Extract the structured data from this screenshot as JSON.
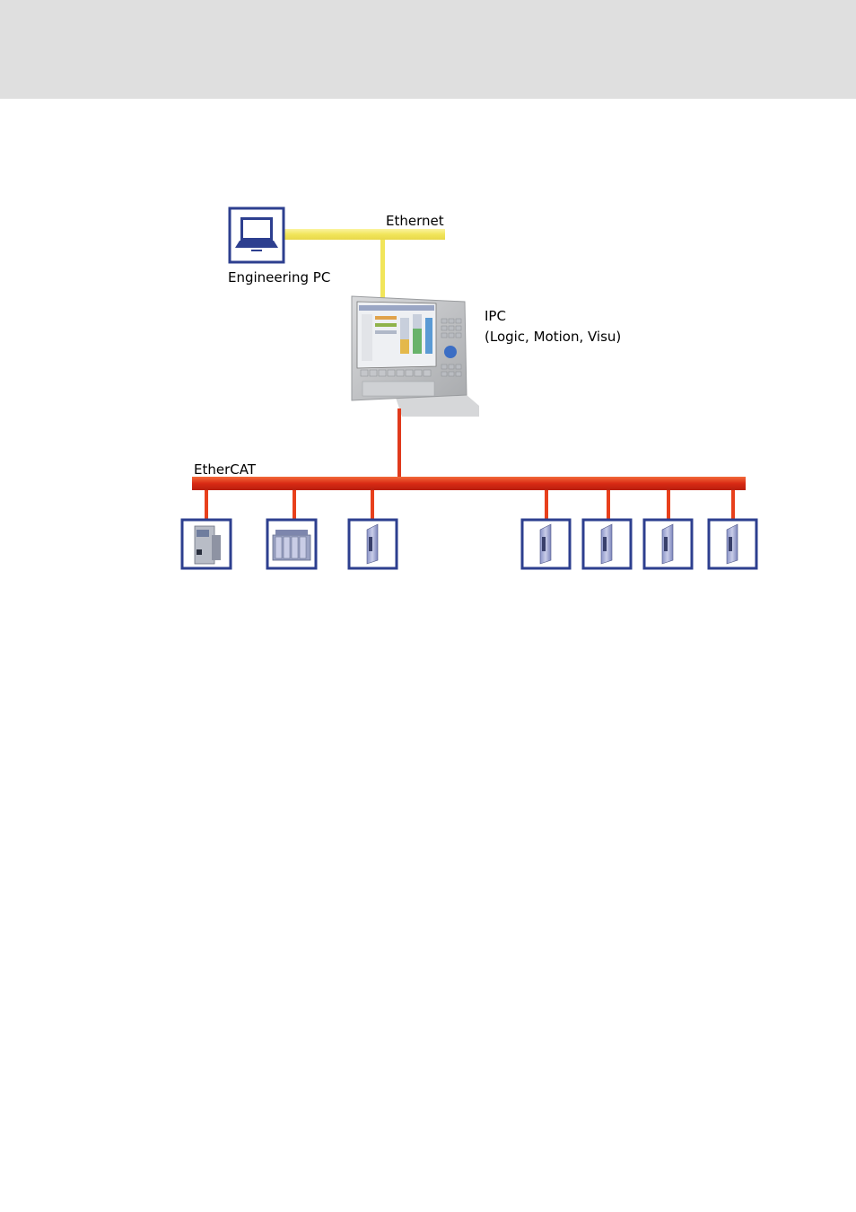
{
  "labels": {
    "ethernet": "Ethernet",
    "engineering_pc": "Engineering PC",
    "ipc_title": "IPC",
    "ipc_subtitle": "(Logic, Motion, Visu)",
    "ethercat": "EtherCAT"
  },
  "colors": {
    "header_band": "#dfdfdf",
    "ethernet_line": "#f3ea60",
    "ethercat_bus": "#e03a1c",
    "drop_line": "#e8401c",
    "device_frame": "#2d3f8f"
  },
  "devices": [
    {
      "id": "drive-controller",
      "icon": "drive-controller-icon"
    },
    {
      "id": "io-module",
      "icon": "io-module-icon"
    },
    {
      "id": "servo-1",
      "icon": "servo-drive-icon"
    },
    {
      "id": "servo-2",
      "icon": "servo-drive-icon"
    },
    {
      "id": "servo-3",
      "icon": "servo-drive-icon"
    },
    {
      "id": "servo-4",
      "icon": "servo-drive-icon"
    },
    {
      "id": "servo-5",
      "icon": "servo-drive-icon"
    }
  ]
}
